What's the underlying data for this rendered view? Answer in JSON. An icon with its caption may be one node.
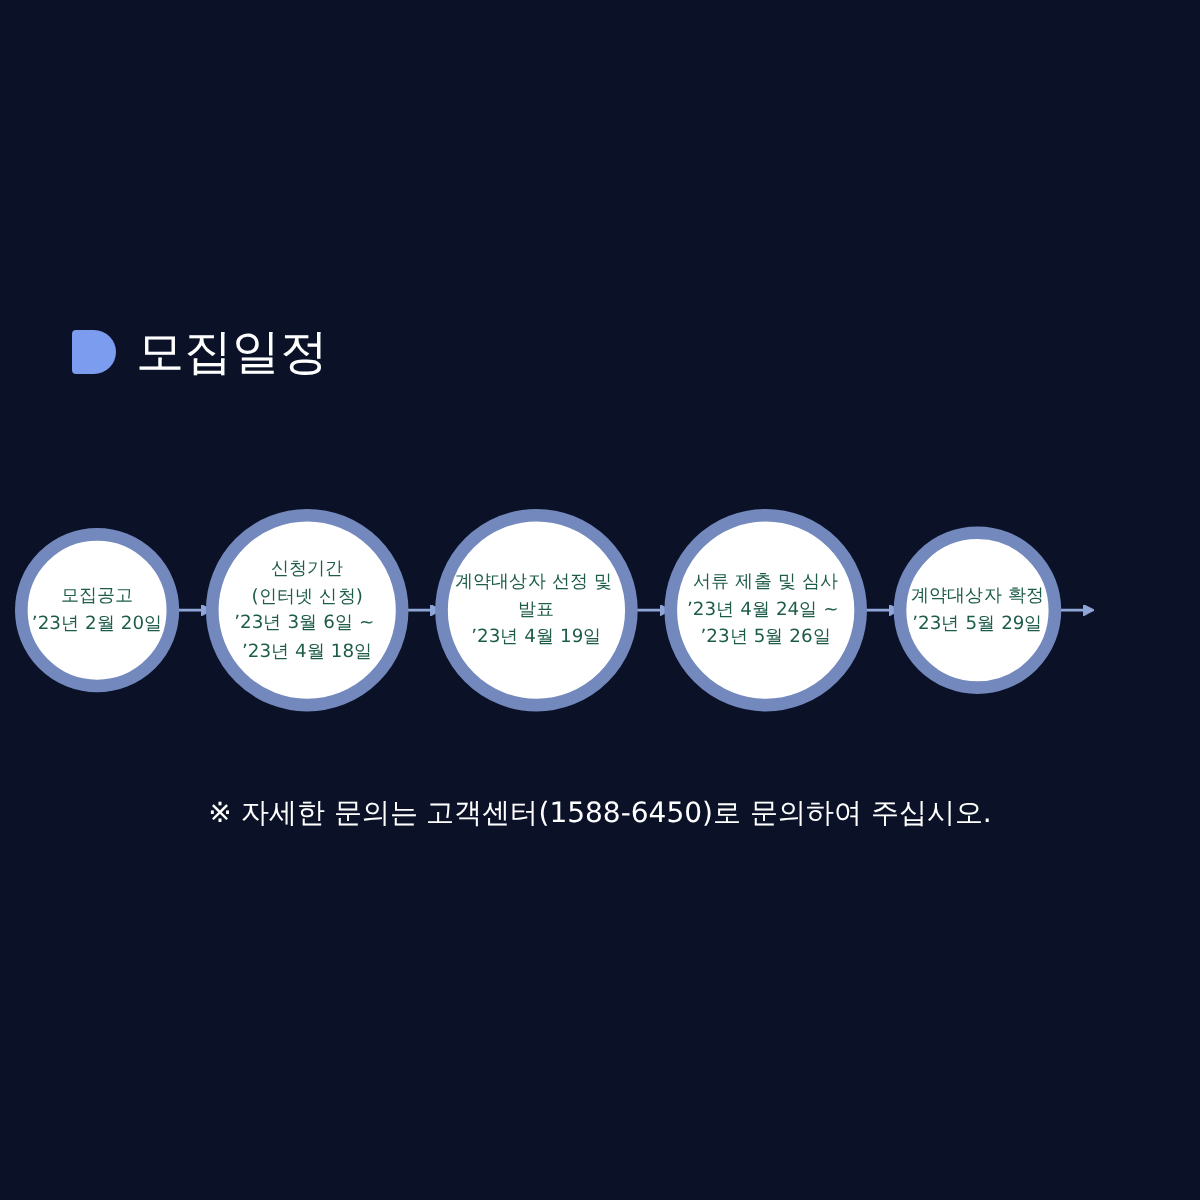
{
  "diagram": {
    "title": "모집일정",
    "nodes": [
      {
        "text": [
          "모집공고",
          "’23년 2월 20일"
        ]
      },
      {
        "text": [
          "신청기간",
          "(인터넷 신청)",
          "’23년 3월 6일 ~ ’23년 4월 18일"
        ]
      },
      {
        "text": [
          "계약대상자 선정 및 발표",
          "’23년 4월 19일"
        ]
      },
      {
        "text": [
          "서류 제출 및 심사",
          "’23년 4월 24일 ~ ’23년 5월 26일"
        ]
      },
      {
        "text": [
          "계약대상자 확정",
          "’23년 5월 29일"
        ]
      }
    ],
    "edges": [
      {
        "from": 0,
        "to": 1,
        "arrow": "to"
      },
      {
        "from": 1,
        "to": 2,
        "arrow": "to"
      },
      {
        "from": 2,
        "to": 3,
        "arrow": "to"
      },
      {
        "from": 3,
        "to": 4,
        "arrow": "to"
      },
      {
        "from": 4,
        "to": null,
        "arrow": "to"
      }
    ],
    "labels": [
      "※ 자세한 문의는 고객센터(1588-6450)로 문의하여 주십시오."
    ]
  }
}
